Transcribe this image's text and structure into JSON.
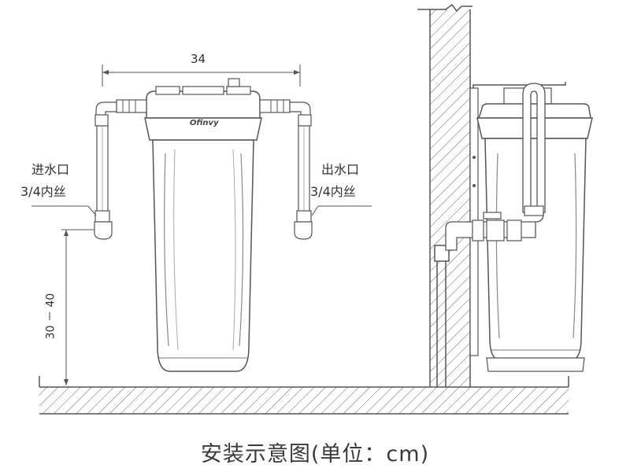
{
  "caption": "安装示意图(单位：cm)",
  "dimensions": {
    "width": "34",
    "height": "30 － 40"
  },
  "inlet": {
    "line1": "进水口",
    "line2": "3/4内丝"
  },
  "outlet": {
    "line1": "出水口",
    "line2": "3/4内丝"
  },
  "brand": "Ofinvy",
  "colors": {
    "line": "#555555",
    "text": "#333333"
  }
}
